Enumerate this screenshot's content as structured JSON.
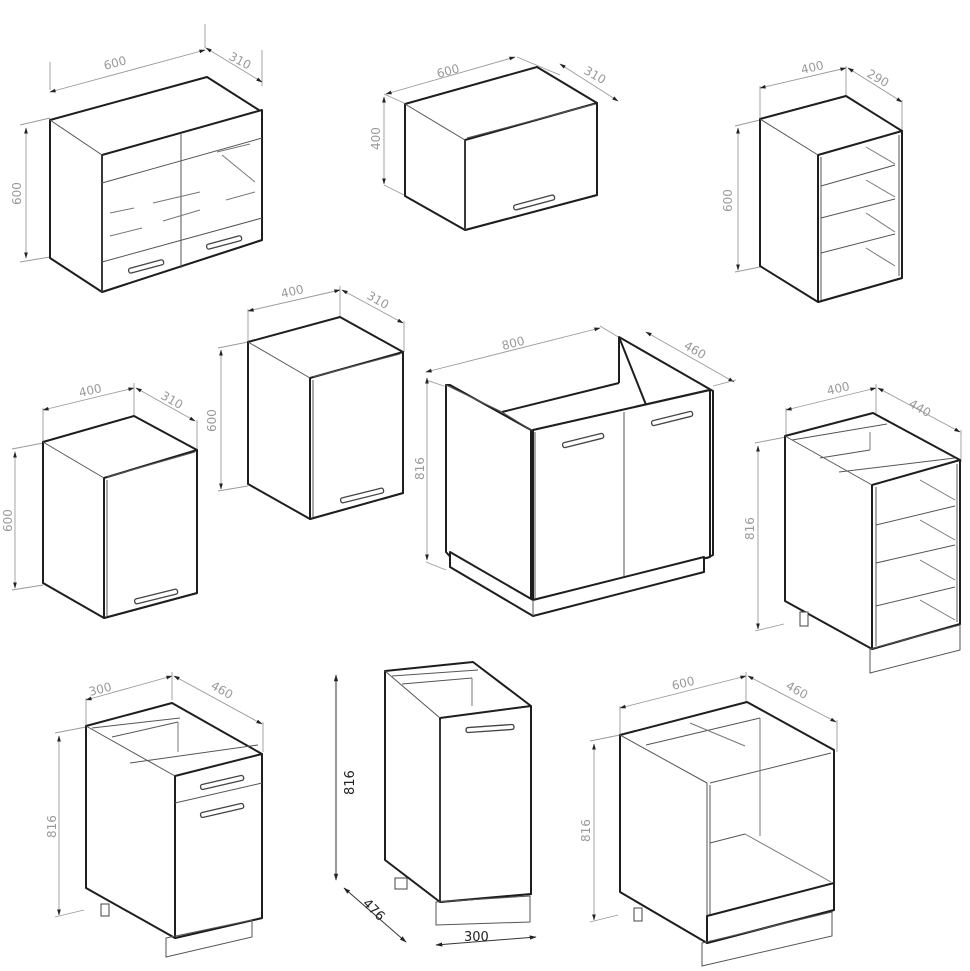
{
  "diagram": {
    "title": "",
    "units": "mm",
    "colors": {
      "background": "#ffffff",
      "outline": "#1e1e1e",
      "dimension_line": "#9a9a9a",
      "dimension_text": "#9a9a9a",
      "dimension_text_dark": "#222222"
    }
  },
  "cabinets": [
    {
      "id": "wall-glass-double-600",
      "type": "wall cabinet, two glass doors",
      "width": "600",
      "depth": "310",
      "height": "600"
    },
    {
      "id": "wall-flap-600",
      "type": "wall cabinet, lift-up flap",
      "width": "600",
      "depth": "310",
      "height": "400"
    },
    {
      "id": "wall-open-shelf-400",
      "type": "wall open shelf unit",
      "width": "400",
      "depth": "290",
      "height": "600"
    },
    {
      "id": "wall-single-door-400-a",
      "type": "wall cabinet, single door",
      "width": "400",
      "depth": "310",
      "height": "600"
    },
    {
      "id": "wall-single-door-400-b",
      "type": "wall cabinet, single door",
      "width": "400",
      "depth": "310",
      "height": "600"
    },
    {
      "id": "base-sink-800",
      "type": "sink base cabinet, two doors",
      "width": "800",
      "depth": "460",
      "height": "816"
    },
    {
      "id": "base-open-shelf-400",
      "type": "base open shelf unit",
      "width": "400",
      "depth": "440",
      "height": "816"
    },
    {
      "id": "base-drawer-door-300",
      "type": "base cabinet, drawer + door",
      "width": "300",
      "depth": "460",
      "height": "816"
    },
    {
      "id": "base-single-door-300",
      "type": "base cabinet, single door",
      "width": "300",
      "depth": "476",
      "height": "816"
    },
    {
      "id": "base-oven-600",
      "type": "built-in oven housing",
      "width": "600",
      "depth": "460",
      "height": "816"
    }
  ],
  "labels": {
    "c1": {
      "w": "600",
      "d": "310",
      "h": "600"
    },
    "c2": {
      "w": "600",
      "d": "310",
      "h": "400"
    },
    "c3": {
      "w": "400",
      "d": "290",
      "h": "600"
    },
    "c4": {
      "w": "400",
      "d": "310",
      "h": "600"
    },
    "c5": {
      "w": "400",
      "d": "310",
      "h": "600"
    },
    "c6": {
      "w": "800",
      "d": "460",
      "h": "816"
    },
    "c7": {
      "w": "400",
      "d": "440",
      "h": "816"
    },
    "c8": {
      "w": "300",
      "d": "460",
      "h": "816"
    },
    "c9": {
      "w": "300",
      "d": "476",
      "h": "816"
    },
    "c10": {
      "w": "600",
      "d": "460",
      "h": "816"
    }
  }
}
